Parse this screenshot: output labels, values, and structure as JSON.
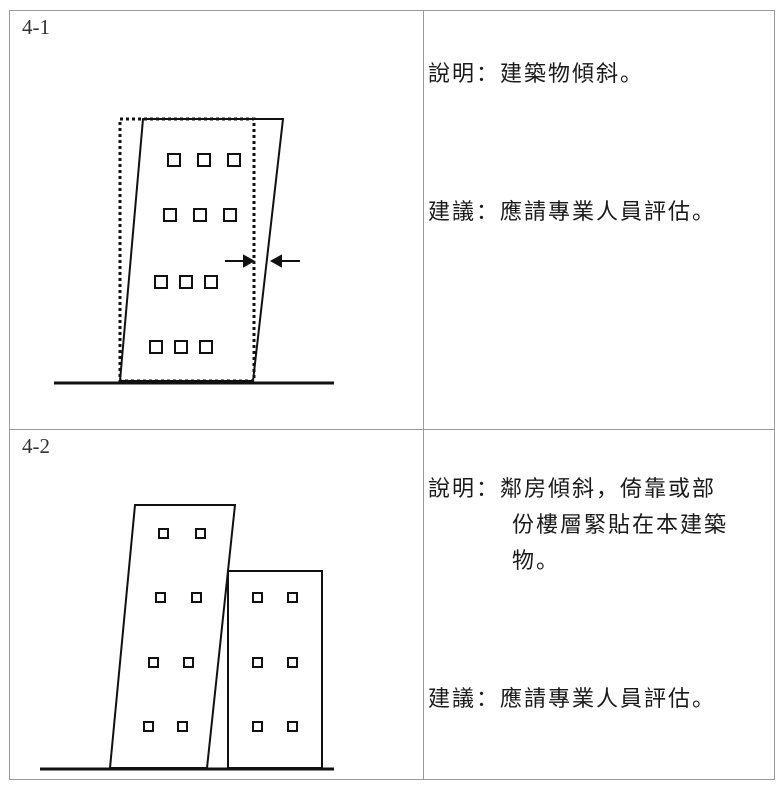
{
  "rows": [
    {
      "id": "4-1",
      "description_label": "說明：",
      "description": "建築物傾斜。",
      "suggestion_label": "建議：",
      "suggestion": "應請專業人員評估。"
    },
    {
      "id": "4-2",
      "description_label": "說明：",
      "description_line1": "鄰房傾斜，倚靠或部",
      "description_line2": "份樓層緊貼在本建築",
      "description_line3": "物。",
      "suggestion_label": "建議：",
      "suggestion": "應請專業人員評估。"
    }
  ]
}
